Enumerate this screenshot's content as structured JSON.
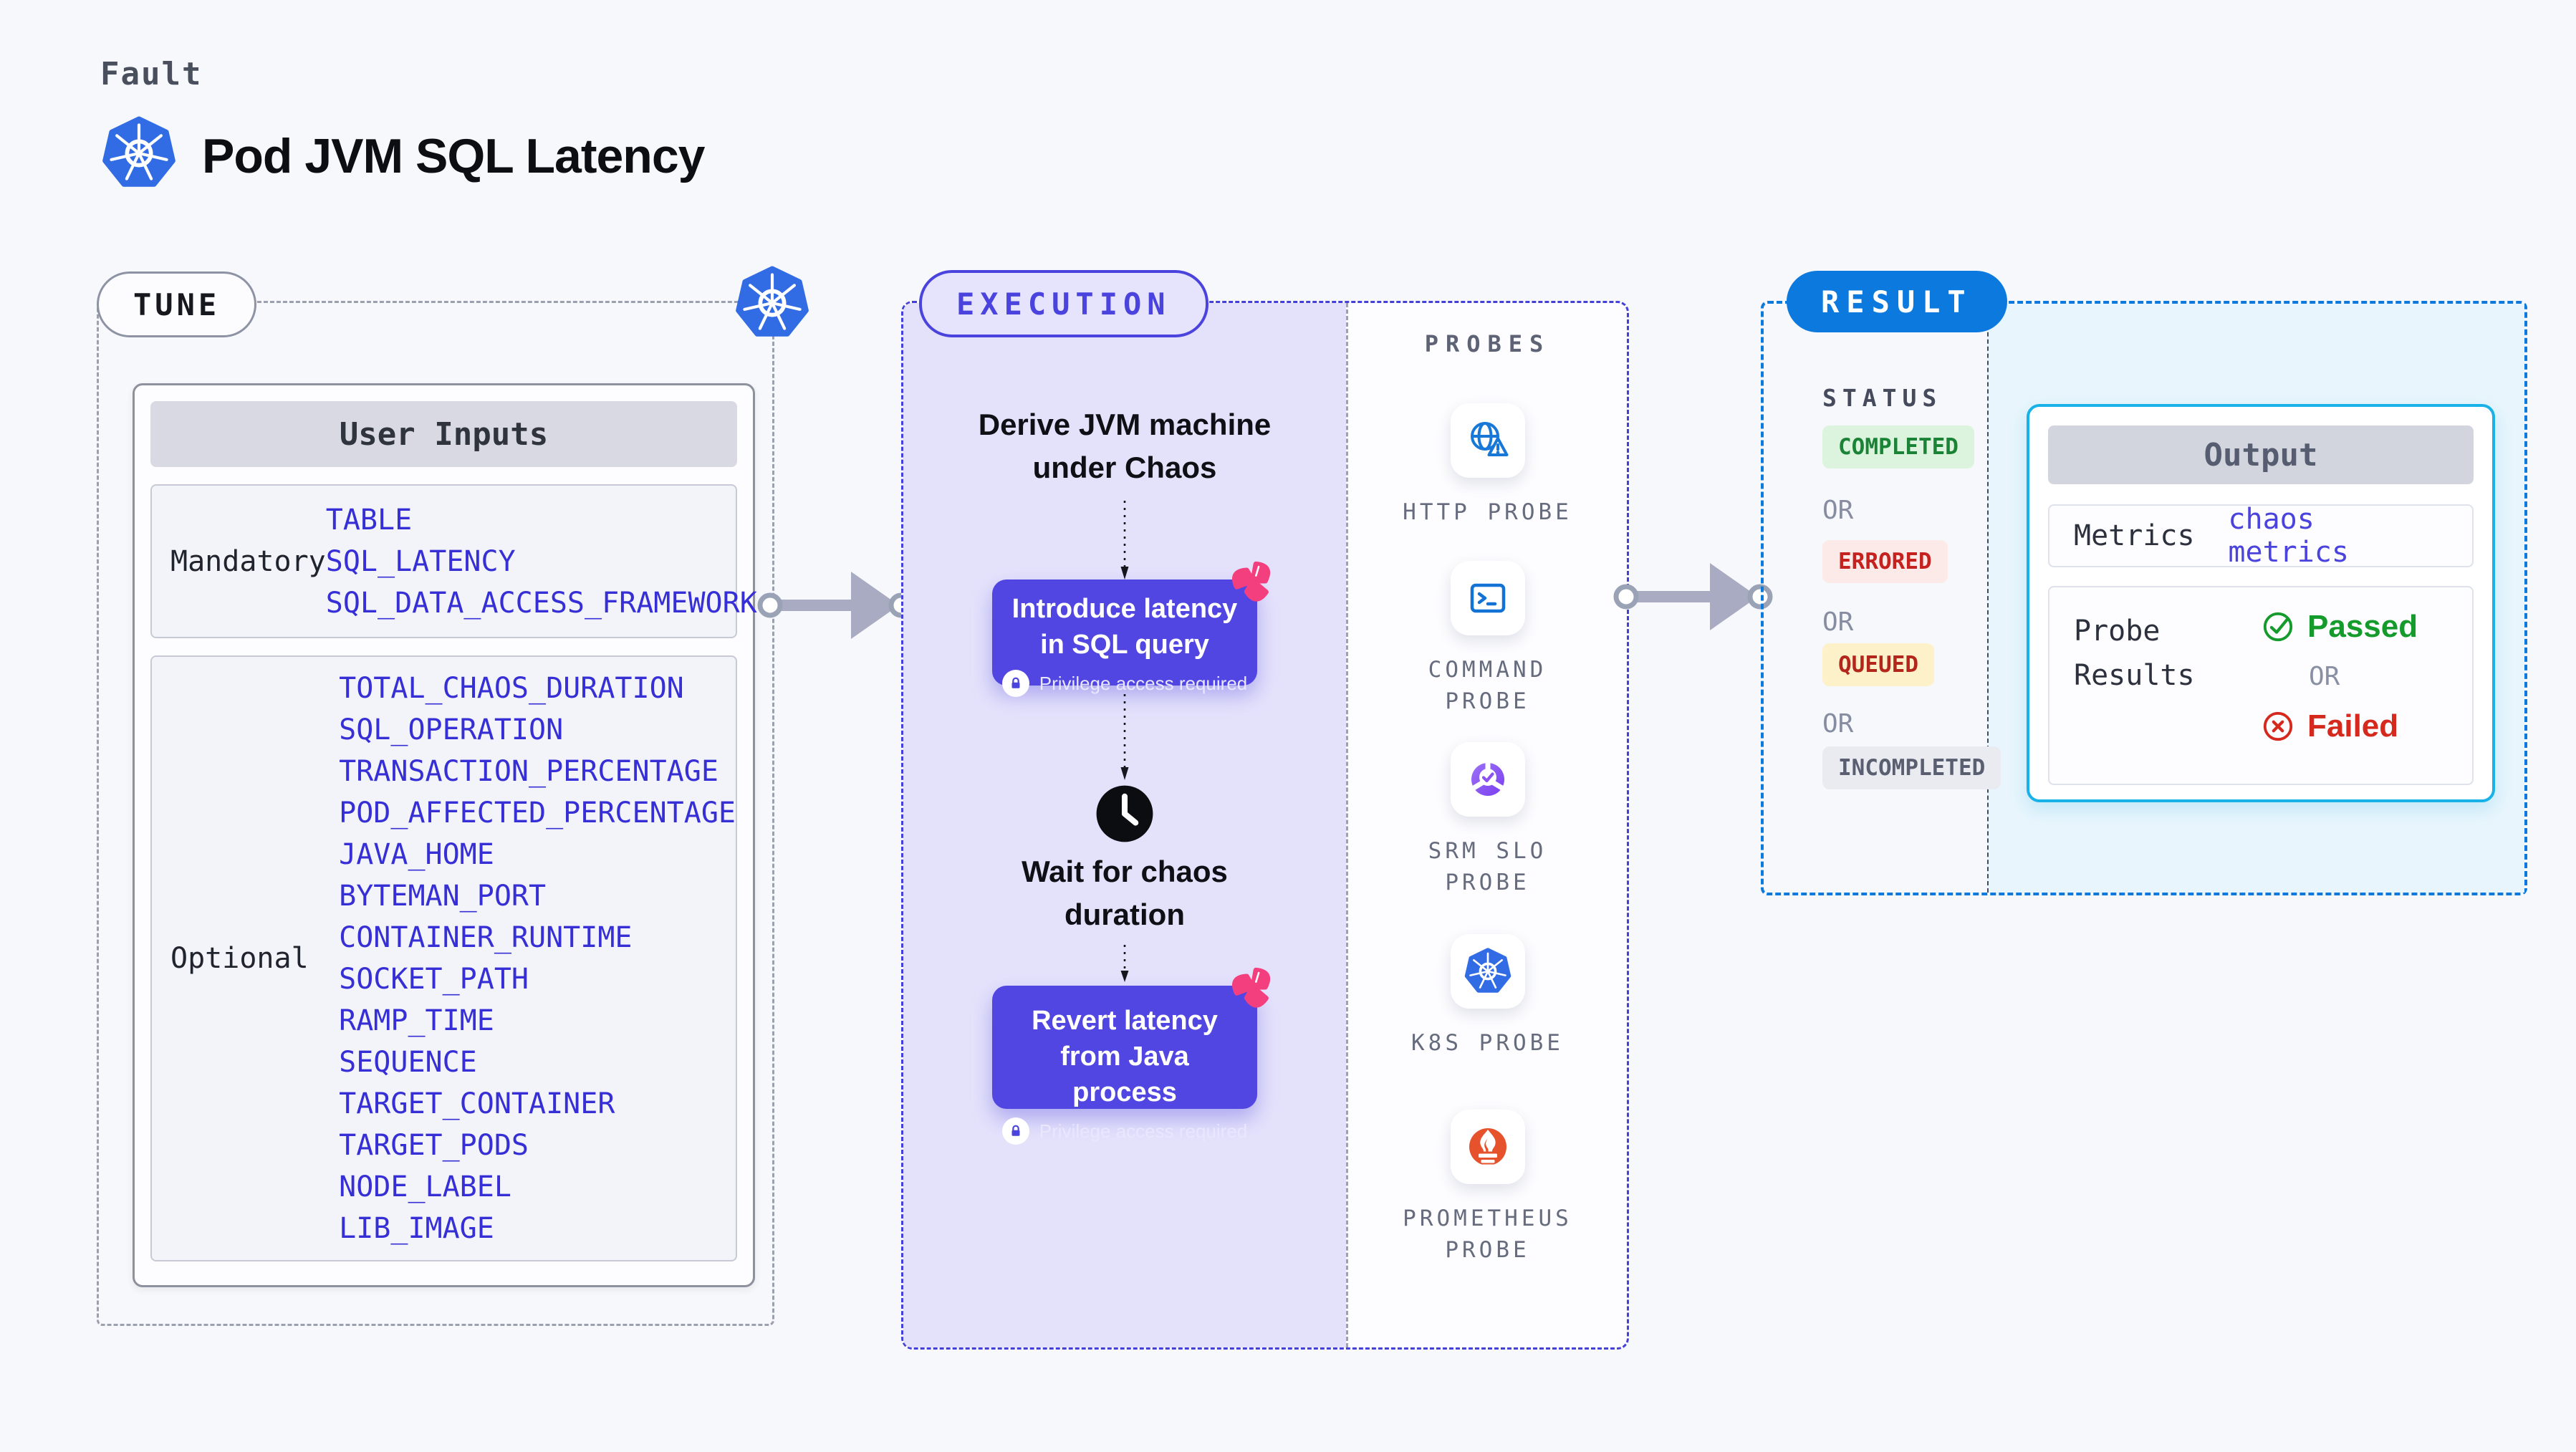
{
  "header": {
    "kicker": "Fault",
    "title": "Pod JVM SQL Latency"
  },
  "tune": {
    "badge": "TUNE",
    "user_inputs": {
      "header": "User Inputs",
      "mandatory_label": "Mandatory",
      "mandatory_items": [
        "TABLE",
        "SQL_LATENCY",
        "SQL_DATA_ACCESS_FRAMEWORK"
      ],
      "optional_label": "Optional",
      "optional_items": [
        "TOTAL_CHAOS_DURATION",
        "SQL_OPERATION",
        "TRANSACTION_PERCENTAGE",
        "POD_AFFECTED_PERCENTAGE",
        "JAVA_HOME",
        "BYTEMAN_PORT",
        "CONTAINER_RUNTIME",
        "SOCKET_PATH",
        "RAMP_TIME",
        "SEQUENCE",
        "TARGET_CONTAINER",
        "TARGET_PODS",
        "NODE_LABEL",
        "LIB_IMAGE"
      ]
    }
  },
  "execution": {
    "badge": "EXECUTION",
    "step1": "Derive JVM machine under Chaos",
    "action1": "Introduce latency in SQL query",
    "privilege_note": "Privilege access required",
    "step2": "Wait for chaos duration",
    "action2": "Revert latency from Java process"
  },
  "probes": {
    "label": "PROBES",
    "items": [
      {
        "name": "HTTP PROBE",
        "icon": "http-probe-icon"
      },
      {
        "name": "COMMAND PROBE",
        "icon": "command-probe-icon"
      },
      {
        "name": "SRM SLO PROBE",
        "icon": "srm-slo-probe-icon"
      },
      {
        "name": "K8S PROBE",
        "icon": "k8s-probe-icon"
      },
      {
        "name": "PROMETHEUS PROBE",
        "icon": "prometheus-probe-icon"
      }
    ]
  },
  "result": {
    "badge": "RESULT",
    "status_label": "STATUS",
    "or_label": "OR",
    "statuses": [
      {
        "text": "COMPLETED",
        "type": "success"
      },
      {
        "text": "ERRORED",
        "type": "error"
      },
      {
        "text": "QUEUED",
        "type": "warning"
      },
      {
        "text": "INCOMPLETED",
        "type": "neutral"
      }
    ],
    "output": {
      "header": "Output",
      "metrics_label": "Metrics",
      "metrics_value": "chaos metrics",
      "probe_results_label": "Probe Results",
      "passed": "Passed",
      "or": "OR",
      "failed": "Failed"
    }
  },
  "colors": {
    "accent_indigo": "#4a43dd",
    "action_box": "#5246e2",
    "result_blue": "#0b79dd",
    "output_border": "#18b2e9",
    "success_green": "#149b2c",
    "fail_red": "#d5291e",
    "input_value_blue": "#372fd6",
    "probe_icon_blue": "#1878d8",
    "prometheus_orange": "#e6522c",
    "srm_purple": "#8b52f1",
    "chaos_pink": "#f43f7f",
    "kubernetes_blue": "#326ce5"
  }
}
